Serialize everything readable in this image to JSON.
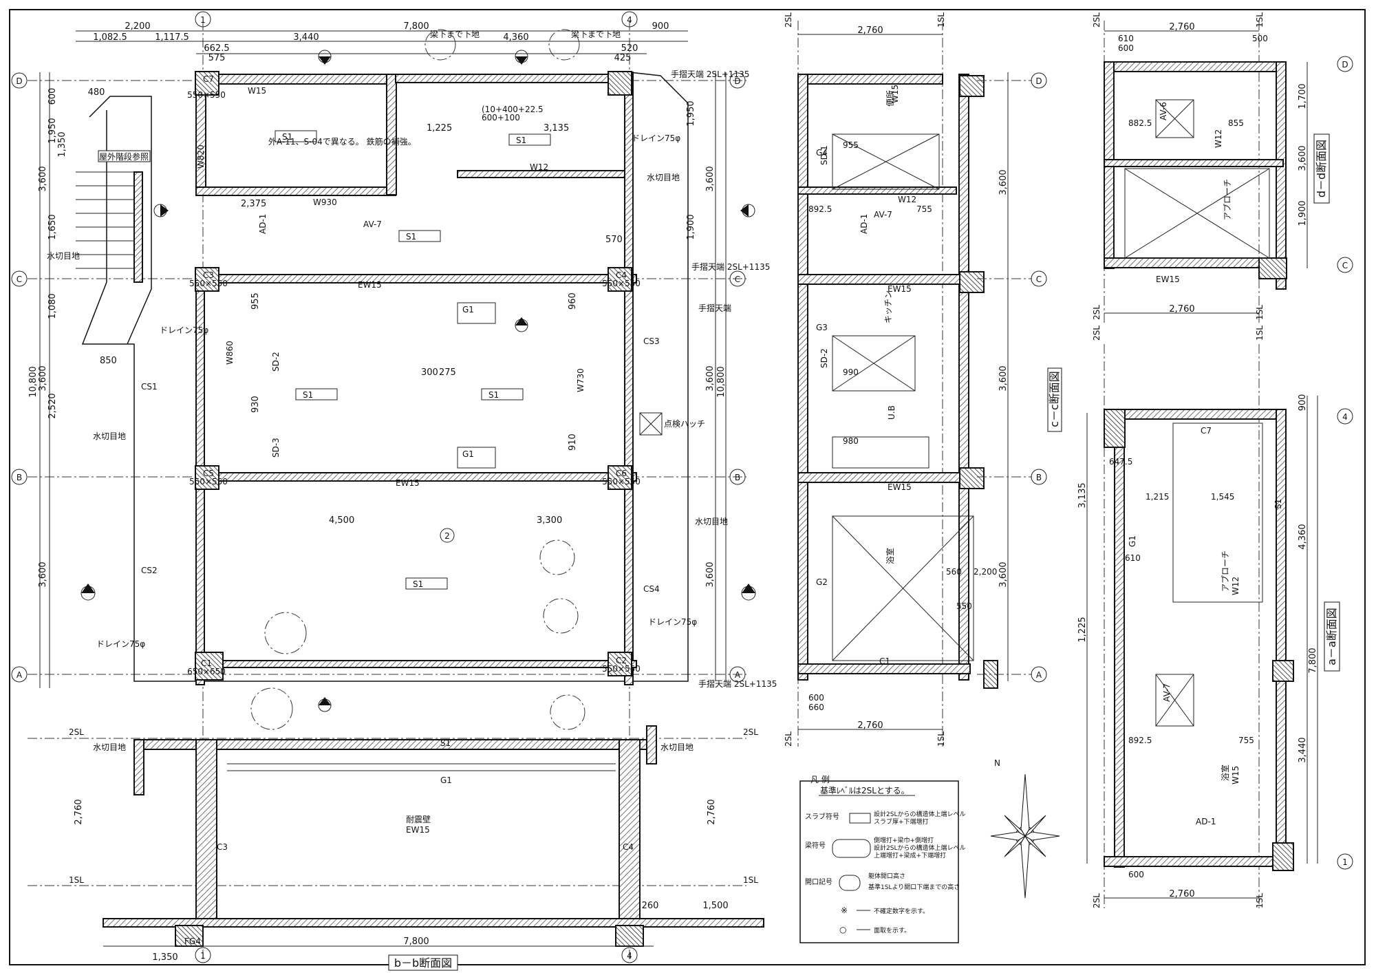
{
  "grid_labels": {
    "row_d": "D",
    "row_c": "C",
    "row_b": "B",
    "row_a": "A",
    "col_1": "1",
    "col_4": "4",
    "col_2": "2"
  },
  "top_dims": {
    "total": "7,800",
    "left_a": "2,200",
    "left_b": "1,082.5",
    "left_c": "1,117.5",
    "mid": "3,440",
    "right": "4,360",
    "far": "900",
    "w1": "662.5",
    "w2": "575",
    "w3": "520",
    "w4": "425"
  },
  "left_dims": {
    "total": "10,800",
    "a": "3,600",
    "b": "3,600",
    "c": "3,600",
    "d": "1,950",
    "e": "1,350",
    "f": "1,650",
    "g": "1,080",
    "h": "2,520",
    "i": "480",
    "j": "600"
  },
  "right_dims": {
    "a": "3,600",
    "b": "3,600",
    "c": "3,600",
    "total": "10,800",
    "d": "1,900",
    "e": "1,950"
  },
  "plan_notes": {
    "stair": "屋外階段参照",
    "drain1": "ドレイン75φ",
    "drain2": "ドレイン75φ",
    "drain3": "ドレイン75φ",
    "drain4": "ドレイン75φ",
    "handrail1": "手摺天端 2SL+1135",
    "handrail2": "手摺天端 2SL+1135",
    "handrail3": "手摺天端 2SL+1135",
    "handrail4": "手摺天端",
    "water1": "水切目地",
    "water2": "水切目地",
    "water3": "水切目地",
    "water4": "水切目地",
    "water5": "水切目地",
    "water6": "水切目地",
    "hatch": "点検ハッチ",
    "note1": "外A-11、S-04で異なる。 鉄筋の補強。",
    "note2": "梁下まで下地",
    "note3": "梁下まで下地",
    "beam_top": "(10+400+22.5",
    "beam_top2": "600+100"
  },
  "plan_members": {
    "c1": "C1",
    "c1s": "650×650",
    "c2": "C2",
    "c2s": "550×550",
    "c3": "C3",
    "c3s": "550×550",
    "c4": "C4",
    "c4s": "550×550",
    "c5": "C5",
    "c5s": "550×550",
    "c6": "C6",
    "c6s": "550×550",
    "c7": "C7",
    "c7s": "550×550",
    "s1a": "S1",
    "s1b": "S1",
    "s1c": "S1",
    "s1d": "S1",
    "s1e": "S1",
    "g1a": "G1",
    "g1b": "G1",
    "ew15a": "EW15",
    "ew15b": "EW15",
    "w12": "W12",
    "w15": "W15",
    "w930": "W930",
    "w860": "W860",
    "w730": "W730",
    "w820": "W820",
    "av7": "AV-7",
    "ad1": "AD-1",
    "sd2": "SD-2",
    "sd3": "SD-3",
    "cs1": "CS1",
    "cs2": "CS2",
    "cs3": "CS3",
    "cs4": "CS4"
  },
  "plan_inner_dims": {
    "a": "4,500",
    "b": "3,300",
    "c": "1,225",
    "d": "3,135",
    "e": "2,375",
    "f": "300",
    "g": "275",
    "h": "960",
    "i": "955",
    "j": "930",
    "k": "910",
    "l": "850",
    "m": "570"
  },
  "bb_section": {
    "title": "b－b断面図",
    "total": "7,800",
    "left": "1,350",
    "right1": "1,500",
    "right2": "260",
    "sl1": "2SL",
    "sl2": "2SL",
    "sl3": "1SL",
    "sl4": "1SL",
    "h": "2,760",
    "h2": "2,760",
    "c3": "C3",
    "c4": "C4",
    "g1": "G1",
    "s1": "S1",
    "ew15": "EW15",
    "wall": "耐震壁",
    "fs": "FG4"
  },
  "cc_section": {
    "title": "c－c断面図",
    "width": "2,760",
    "width2": "2,760",
    "sl_t1": "2SL",
    "sl_t2": "1SL",
    "sl_b1": "2SL",
    "sl_b2": "1SL",
    "dims": [
      "3,600",
      "3,600",
      "3,600"
    ],
    "g3": "G3",
    "g4": "G4",
    "g2": "G2",
    "c1": "C1",
    "ad1": "AD-1",
    "av7": "AV-7",
    "sd1": "SD-1",
    "sd2": "SD-2",
    "ew15": "EW15",
    "w15": "W15",
    "w12": "W12",
    "d1": "955",
    "d2": "990",
    "d3": "980",
    "d4": "892.5",
    "d5": "755",
    "d6": "560",
    "d7": "550",
    "d8": "2,200",
    "d9": "600",
    "d10": "660",
    "kitchen": "キッチン",
    "bath": "浴室",
    "toilet": "便所",
    "ubl": "U.B"
  },
  "dd_section": {
    "title": "d－d断面図",
    "width": "2,760",
    "width2": "2,760",
    "h1": "1,700",
    "h2": "3,600",
    "h3": "1,900",
    "sl1": "2SL",
    "sl2": "1SL",
    "sl3": "2SL",
    "sl4": "1SL",
    "av6": "AV-6",
    "alp": "アプローチ",
    "ew15": "EW15",
    "w12": "W12",
    "d1": "882.5",
    "d2": "855",
    "d3": "610",
    "d4": "600",
    "d5": "500"
  },
  "aa_section": {
    "title": "a－a断面図",
    "width": "2,760",
    "total": "7,800",
    "h1": "900",
    "h2": "4,360",
    "h3": "3,440",
    "left1": "3,135",
    "left2": "1,225",
    "sl1": "2SL",
    "sl2": "1SL",
    "sl3": "2SL",
    "sl4": "1SL",
    "c7": "C7",
    "g1": "G1",
    "ad1": "AD-1",
    "av7": "AV-7",
    "alp": "アプローチ",
    "w15": "W15",
    "w12": "W12",
    "s1": "S1",
    "d1": "1,215",
    "d2": "1,545",
    "d3": "892.5",
    "d4": "755",
    "d5": "610",
    "d6": "600",
    "d7": "647.5",
    "bathroom": "浴室"
  },
  "legend": {
    "title": "凡 例",
    "subtitle": "基準ﾚﾍﾞﾙは2SLとする。",
    "slab": "スラブ符号",
    "slab_d1": "設計2SLからの構造体上端レベル",
    "slab_d2": "スラブ厚+下端増打",
    "beam": "梁符号",
    "beam_d1": "側増打+梁巾+側増打",
    "beam_d2": "設計2SLからの構造体上端レベル",
    "beam_d3": "上端増打+梁成+下端増打",
    "opening": "開口記号",
    "opening_d1": "躯体開口高さ",
    "opening_d2": "基準1SLより開口下端までの高さ",
    "star": "※",
    "star_d": "不確定数字を示す。",
    "circ": "○",
    "circ_d": "面取を示す。"
  },
  "compass": {
    "north": "N"
  }
}
